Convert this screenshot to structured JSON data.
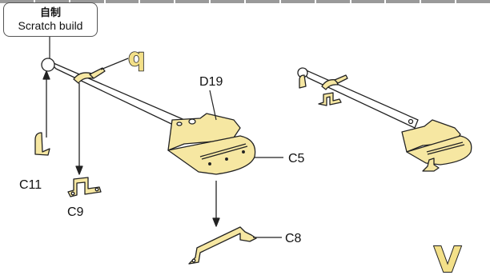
{
  "scratch_build": {
    "label_cn": "自制",
    "label_en": "Scratch build"
  },
  "step_marker_q": "q",
  "step_marker_v": "V",
  "parts": {
    "d19": "D19",
    "c5": "C5",
    "c11": "C11",
    "c9": "C9",
    "c8": "C8"
  },
  "colors": {
    "part_fill": "#f6e7a2",
    "outline": "#222222",
    "rod": "#ffffff"
  }
}
